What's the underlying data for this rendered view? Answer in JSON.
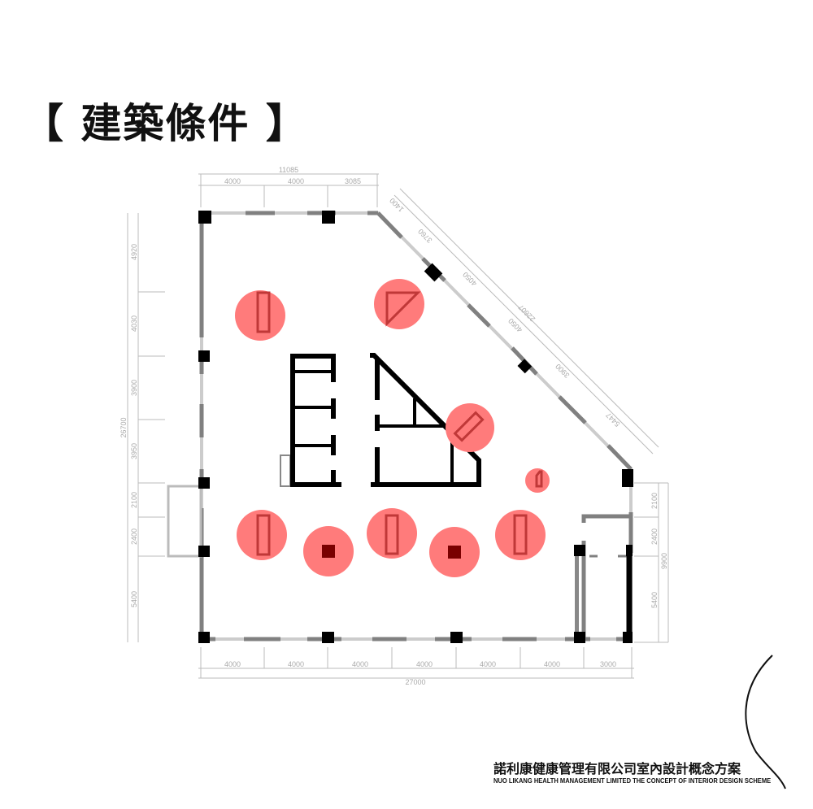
{
  "title": "【 建築條件 】",
  "footer": {
    "cn": "諾利康健康管理有限公司室內設計概念方案",
    "en": "NUO LIKANG HEALTH MANAGEMENT LIMITED THE CONCEPT OF INTERIOR DESIGN SCHEME"
  },
  "dimensions": {
    "top_total": "11085",
    "top": [
      "4000",
      "4000",
      "3085"
    ],
    "diagonal": [
      "1400",
      "3760",
      "4050",
      "4050",
      "3900",
      "5447"
    ],
    "diagonal_total": "22607",
    "left_total": "26700",
    "left": [
      "4920",
      "4030",
      "3900",
      "3950",
      "2100",
      "2400",
      "5400"
    ],
    "right_total": "9900",
    "right": [
      "2100",
      "2400",
      "5400"
    ],
    "bottom_total": "27000",
    "bottom": [
      "4000",
      "4000",
      "4000",
      "4000",
      "4000",
      "4000",
      "3000"
    ]
  },
  "colors": {
    "highlight": "#ff7b7b",
    "marker": "#c03838",
    "wall": "#808080",
    "column": "#000000"
  }
}
